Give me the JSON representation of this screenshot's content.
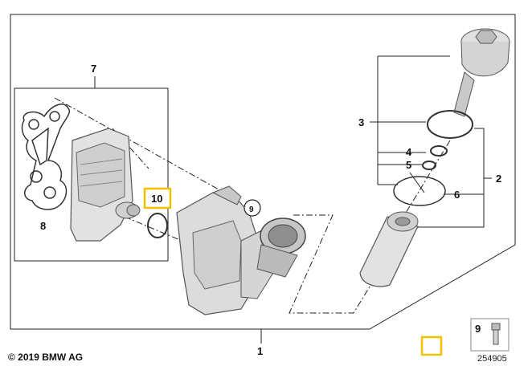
{
  "callouts": {
    "c1": "1",
    "c2": "2",
    "c3": "3",
    "c4": "4",
    "c5": "5",
    "c6": "6",
    "c7": "7",
    "c8": "8",
    "c9_circle": "9",
    "c10": "10",
    "c9_inset": "9"
  },
  "footer": {
    "copyright": "© 2019 BMW AG",
    "diagram_number": "254905"
  },
  "colors": {
    "highlight": "#f2c200",
    "part_fill": "#d9d9d9",
    "part_stroke": "#555555"
  }
}
